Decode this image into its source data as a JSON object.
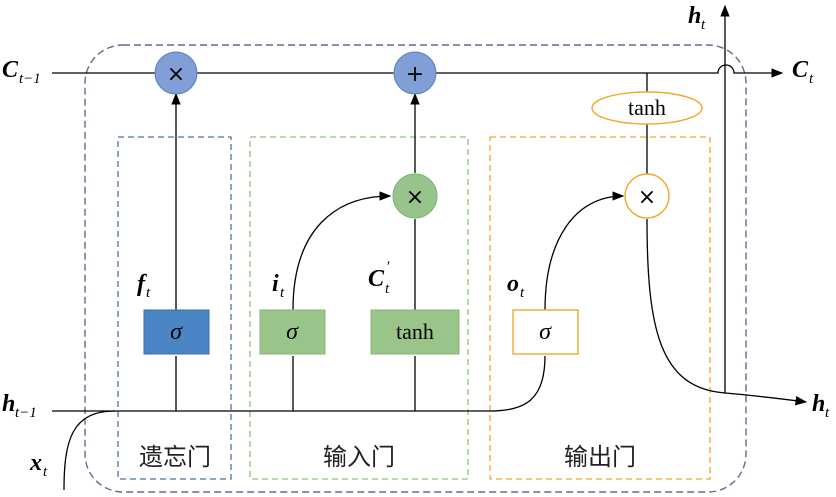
{
  "labels": {
    "c_prev": "C",
    "c_prev_sub": "t−1",
    "c_next": "C",
    "c_next_sub": "t",
    "h_prev": "h",
    "h_prev_sub": "t−1",
    "h_out_top": "h",
    "h_out_top_sub": "t",
    "h_out_right": "h",
    "h_out_right_sub": "t",
    "x_in": "x",
    "x_in_sub": "t",
    "f": "f",
    "f_sub": "t",
    "i": "i",
    "i_sub": "t",
    "c_cand": "C",
    "c_cand_sub": "t",
    "c_cand_prime": "′",
    "o": "o",
    "o_sub": "t"
  },
  "ops": {
    "multiply": "×",
    "add": "+"
  },
  "boxes": {
    "sigma": "σ",
    "tanh": "tanh"
  },
  "gates": {
    "forget": "遗忘门",
    "input": "输入门",
    "output": "输出门"
  },
  "colors": {
    "forget_blue": "#4a86c5",
    "input_green": "#9ac58a",
    "output_orange": "#f1a82c",
    "op_blue": "#7f9fd6",
    "op_green": "#97c48c",
    "outer_border": "#5b6f8f"
  }
}
